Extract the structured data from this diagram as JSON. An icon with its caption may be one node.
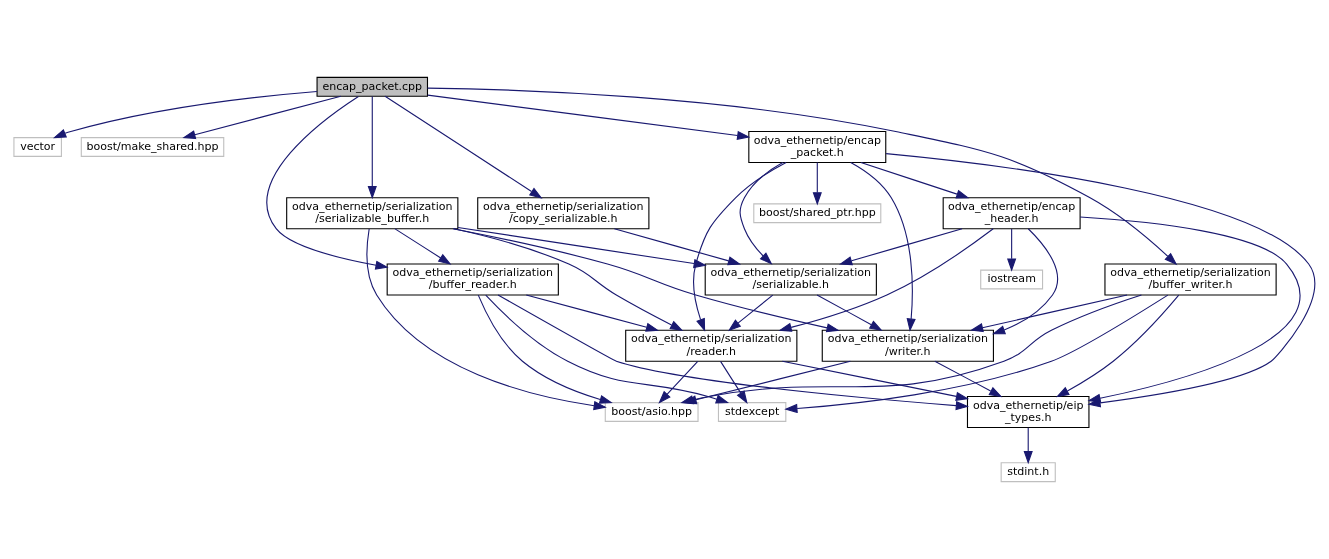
{
  "diagram": {
    "nodes": [
      {
        "text": [
          "encap_packet.cpp"
        ]
      },
      {
        "text": [
          "vector"
        ]
      },
      {
        "text": [
          "boost/make_shared.hpp"
        ]
      },
      {
        "text": [
          "odva_ethernetip/encap _packet.h"
        ]
      },
      {
        "text": [
          "odva_ethernetip/encap _header.h"
        ]
      },
      {
        "text": [
          "boost/shared_ptr.hpp"
        ]
      },
      {
        "text": [
          "odva_ethernetip/serialization /copy_serializable.h"
        ]
      },
      {
        "text": [
          "odva_ethernetip/serialization /serializable_buffer.h"
        ]
      },
      {
        "text": [
          "odva_ethernetip/serialization /buffer_reader.h"
        ]
      },
      {
        "text": [
          "odva_ethernetip/serialization /buffer_writer.h"
        ]
      },
      {
        "text": [
          "iostream"
        ]
      },
      {
        "text": [
          "odva_ethernetip/serialization /serializable.h"
        ]
      },
      {
        "text": [
          "odva_ethernetip/serialization /writer.h"
        ]
      },
      {
        "text": [
          "odva_ethernetip/serialization /reader.h"
        ]
      },
      {
        "text": [
          "odva_ethernetip/eip _types.h"
        ]
      },
      {
        "text": [
          "boost/asio.hpp"
        ]
      },
      {
        "text": [
          "stdexcept"
        ]
      },
      {
        "text": [
          "stdint.h"
        ]
      }
    ],
    "edges": [
      {
        "from": 0,
        "to": 1,
        "arrow": "to"
      },
      {
        "from": 0,
        "to": 2,
        "arrow": "to"
      },
      {
        "from": 0,
        "to": 3,
        "arrow": "to"
      },
      {
        "from": 0,
        "to": 6,
        "arrow": "to"
      },
      {
        "from": 0,
        "to": 7,
        "arrow": "to"
      },
      {
        "from": 0,
        "to": 8,
        "arrow": "to"
      },
      {
        "from": 0,
        "to": 9,
        "arrow": "to"
      },
      {
        "from": 3,
        "to": 14,
        "arrow": "to"
      },
      {
        "from": 3,
        "to": 4,
        "arrow": "to"
      },
      {
        "from": 3,
        "to": 12,
        "arrow": "to"
      },
      {
        "from": 3,
        "to": 11,
        "arrow": "to"
      },
      {
        "from": 3,
        "to": 5,
        "arrow": "to"
      },
      {
        "from": 3,
        "to": 13,
        "arrow": "to"
      },
      {
        "from": 4,
        "to": 14,
        "arrow": "to"
      },
      {
        "from": 4,
        "to": 12,
        "arrow": "to"
      },
      {
        "from": 4,
        "to": 10,
        "arrow": "to"
      },
      {
        "from": 4,
        "to": 13,
        "arrow": "to"
      },
      {
        "from": 4,
        "to": 11,
        "arrow": "to"
      },
      {
        "from": 6,
        "to": 11,
        "arrow": "to"
      },
      {
        "from": 7,
        "to": 11,
        "arrow": "to"
      },
      {
        "from": 7,
        "to": 12,
        "arrow": "to"
      },
      {
        "from": 7,
        "to": 13,
        "arrow": "to"
      },
      {
        "from": 7,
        "to": 15,
        "arrow": "to"
      },
      {
        "from": 7,
        "to": 8,
        "arrow": "to"
      },
      {
        "from": 8,
        "to": 13,
        "arrow": "to"
      },
      {
        "from": 8,
        "to": 14,
        "arrow": "to"
      },
      {
        "from": 8,
        "to": 15,
        "arrow": "to"
      },
      {
        "from": 8,
        "to": 16,
        "arrow": "to"
      },
      {
        "from": 9,
        "to": 12,
        "arrow": "to"
      },
      {
        "from": 9,
        "to": 14,
        "arrow": "to"
      },
      {
        "from": 9,
        "to": 15,
        "arrow": "to"
      },
      {
        "from": 9,
        "to": 16,
        "arrow": "to"
      },
      {
        "from": 11,
        "to": 12,
        "arrow": "to"
      },
      {
        "from": 11,
        "to": 13,
        "arrow": "to"
      },
      {
        "from": 12,
        "to": 14,
        "arrow": "to"
      },
      {
        "from": 12,
        "to": 15,
        "arrow": "to"
      },
      {
        "from": 13,
        "to": 14,
        "arrow": "to"
      },
      {
        "from": 13,
        "to": 15,
        "arrow": "to"
      },
      {
        "from": 13,
        "to": 16,
        "arrow": "to"
      },
      {
        "from": 14,
        "to": 17,
        "arrow": "to"
      }
    ]
  }
}
